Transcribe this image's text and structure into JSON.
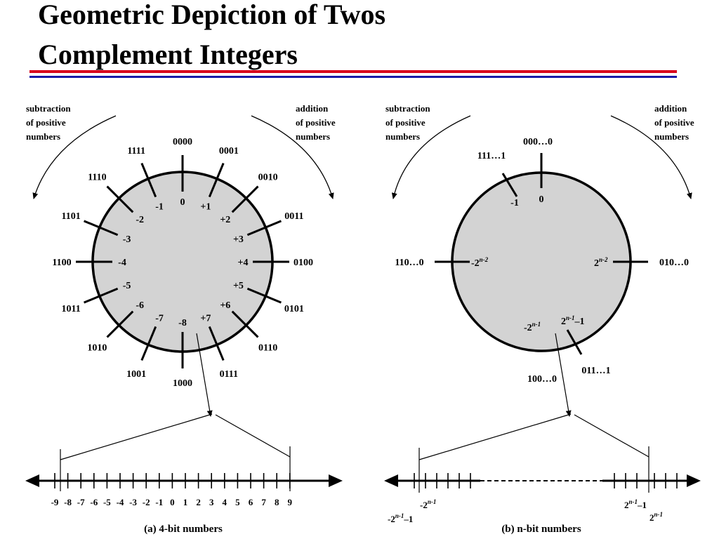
{
  "title_lines": [
    "Geometric Depiction of Twos",
    "Complement Integers"
  ],
  "colors": {
    "rule_top": "#d8001c",
    "rule_bottom": "#1a1aa8",
    "circle_fill": "#d3d3d3",
    "stroke": "#000000"
  },
  "panel_a": {
    "caption": "(a) 4-bit numbers",
    "subtraction_label": [
      "subtraction",
      "of positive",
      "numbers"
    ],
    "addition_label": [
      "addition",
      "of positive",
      "numbers"
    ],
    "wheel": [
      {
        "bits": "0000",
        "value": "0"
      },
      {
        "bits": "0001",
        "value": "+1"
      },
      {
        "bits": "0010",
        "value": "+2"
      },
      {
        "bits": "0011",
        "value": "+3"
      },
      {
        "bits": "0100",
        "value": "+4"
      },
      {
        "bits": "0101",
        "value": "+5"
      },
      {
        "bits": "0110",
        "value": "+6"
      },
      {
        "bits": "0111",
        "value": "+7"
      },
      {
        "bits": "1000",
        "value": "-8"
      },
      {
        "bits": "1001",
        "value": "-7"
      },
      {
        "bits": "1010",
        "value": "-6"
      },
      {
        "bits": "1011",
        "value": "-5"
      },
      {
        "bits": "1100",
        "value": "-4"
      },
      {
        "bits": "1101",
        "value": "-3"
      },
      {
        "bits": "1110",
        "value": "-2"
      },
      {
        "bits": "1111",
        "value": "-1"
      }
    ],
    "number_line_ticks": [
      "-9",
      "-8",
      "-7",
      "-6",
      "-5",
      "-4",
      "-3",
      "-2",
      "-1",
      "0",
      "1",
      "2",
      "3",
      "4",
      "5",
      "6",
      "7",
      "8",
      "9"
    ]
  },
  "panel_b": {
    "caption": "(b) n-bit numbers",
    "subtraction_label": [
      "subtraction",
      "of positive",
      "numbers"
    ],
    "addition_label": [
      "addition",
      "of positive",
      "numbers"
    ],
    "bits": {
      "top": "000…0",
      "top_left": "111…1",
      "left": "110…0",
      "right": "010…0",
      "bottom": "100…0",
      "bottom_right": "011…1"
    },
    "values": {
      "zero": "0",
      "minus_one": "-1",
      "left_base": "-2",
      "left_exp": "n-2",
      "right_base": "2",
      "right_exp": "n-2",
      "bottom_base": "-2",
      "bottom_exp": "n-1",
      "bottom_right_base": "2",
      "bottom_right_exp": "n-1",
      "bottom_right_suffix": "–1"
    },
    "line_labels": {
      "neg_min_base": "-2",
      "neg_min_exp": "n-1",
      "neg_below_prefix": "-2",
      "neg_below_exp": "n-1",
      "neg_below_suffix": "–1",
      "pos_max_base": "2",
      "pos_max_exp": "n-1",
      "pos_max_suffix": "–1",
      "pos_above_base": "2",
      "pos_above_exp": "n-1"
    }
  }
}
